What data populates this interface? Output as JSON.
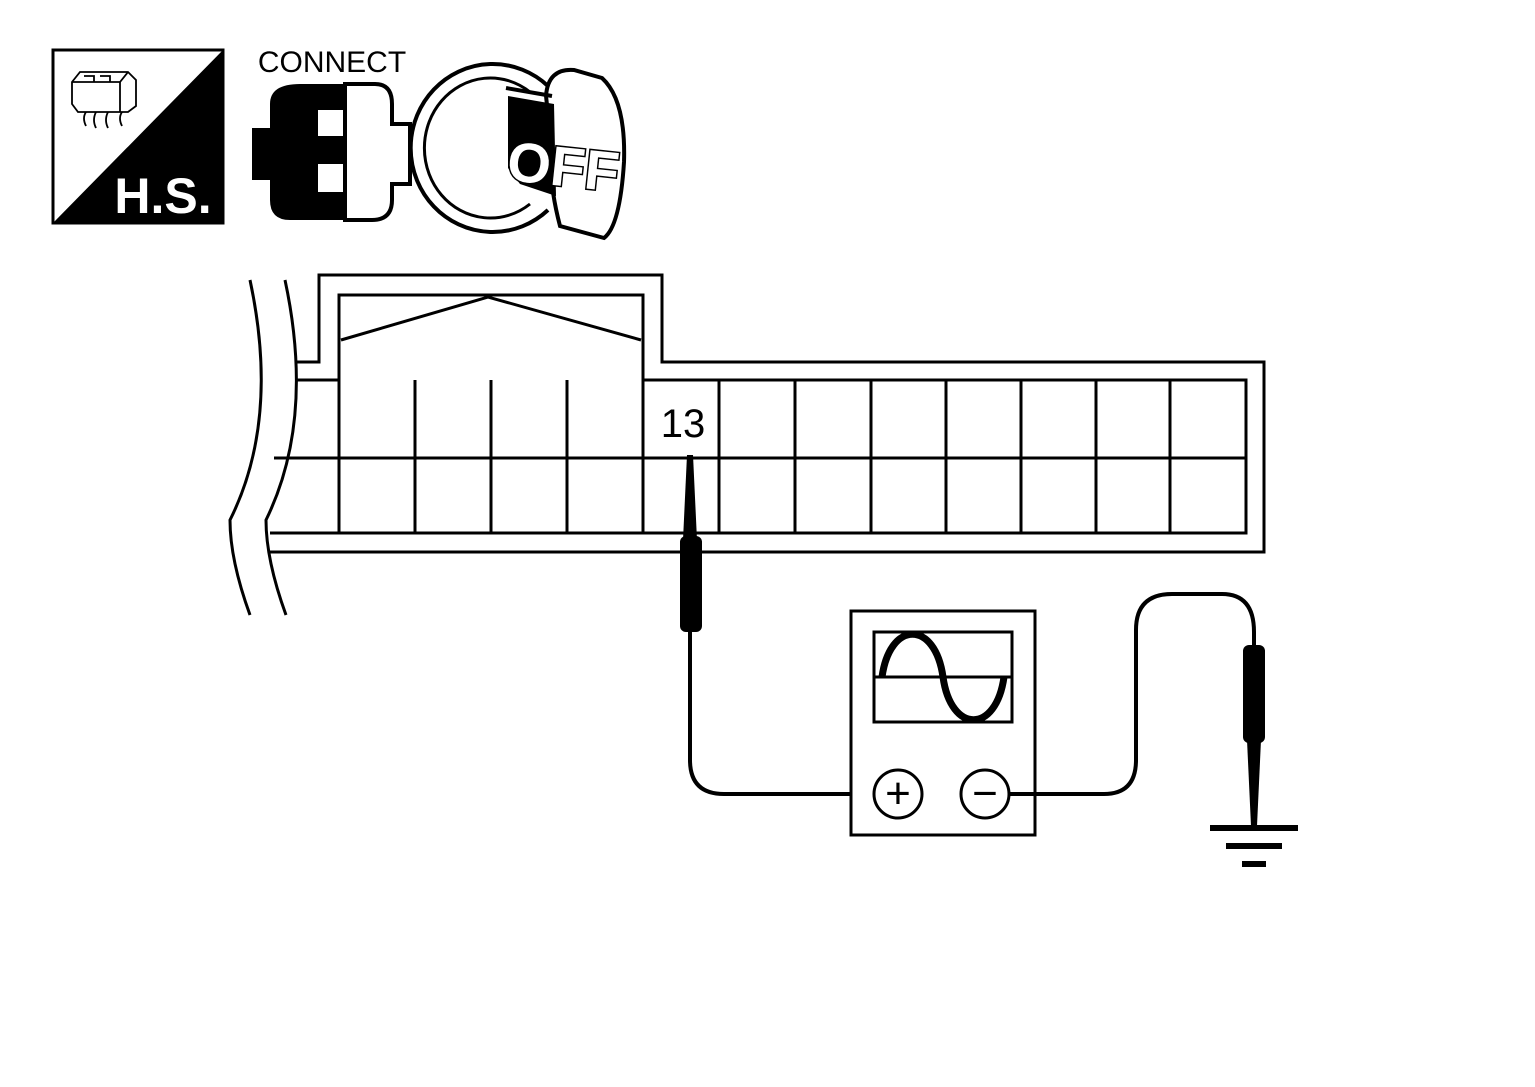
{
  "icons": {
    "harness_side": {
      "label": "H.S.",
      "icon": "harness-side-connector-icon"
    },
    "connect": {
      "label": "CONNECT",
      "icon": "connector-connect-icon"
    },
    "ignition": {
      "label": "OFF",
      "icon": "ignition-key-off-icon"
    }
  },
  "connector": {
    "terminal_label": "13"
  },
  "meter": {
    "plus_symbol": "+",
    "minus_symbol": "−",
    "icon": "oscilloscope-icon"
  },
  "ground": {
    "icon": "ground-symbol-icon"
  },
  "colors": {
    "ink": "#000000",
    "paper": "#ffffff"
  }
}
